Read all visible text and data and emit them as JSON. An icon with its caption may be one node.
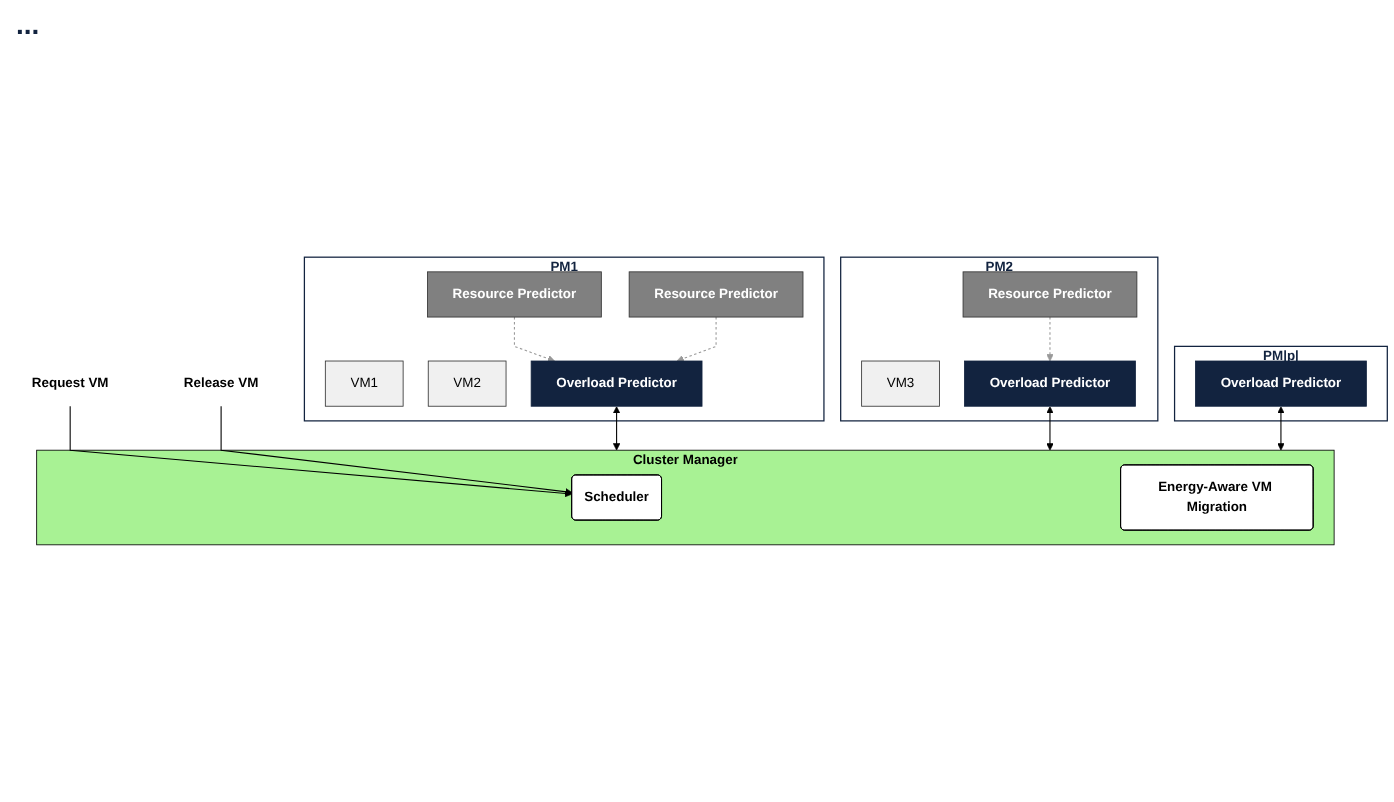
{
  "diagram": {
    "nodes": [
      {
        "text": [
          "PM1"
        ]
      },
      {
        "text": [
          "VM1"
        ],
        "in": 0
      },
      {
        "text": [
          "Resource Predictor"
        ],
        "in": 0
      },
      {
        "text": [
          "VM2"
        ],
        "in": 0
      },
      {
        "text": [
          "Resource Predictor"
        ],
        "in": 0
      },
      {
        "text": [
          "Overload Predictor"
        ],
        "in": 0
      },
      {
        "text": [
          "PM2"
        ]
      },
      {
        "text": [
          "VM3"
        ],
        "in": 6
      },
      {
        "text": [
          "Resource Predictor"
        ],
        "in": 6
      },
      {
        "text": [
          "Overload Predictor"
        ],
        "in": 6
      },
      {
        "text": [
          "PM|p|"
        ]
      },
      {
        "text": [
          "Overload Predictor"
        ],
        "in": 10
      },
      {
        "text": [
          "Cluster Manager"
        ]
      },
      {
        "text": [
          "Scheduler"
        ],
        "in": 12
      },
      {
        "text": [
          "Energy-Aware VM Migration"
        ],
        "in": 12
      },
      {
        "text": [
          "Request VM"
        ]
      },
      {
        "text": [
          "Release VM"
        ]
      }
    ],
    "edges": [
      {
        "from": 2,
        "to": 5,
        "arrow": "to",
        "style": "dashed",
        "color": "#999999"
      },
      {
        "from": 4,
        "to": 5,
        "arrow": "to",
        "style": "dashed",
        "color": "#999999"
      },
      {
        "from": 8,
        "to": 9,
        "arrow": "to",
        "style": "dashed",
        "color": "#999999"
      },
      {
        "from": 5,
        "to": 12,
        "arrow": "both"
      },
      {
        "from": 9,
        "to": 12,
        "arrow": "both"
      },
      {
        "from": 11,
        "to": 12,
        "arrow": "both"
      },
      {
        "from": 15,
        "to": 13,
        "arrow": "to"
      },
      {
        "from": 16,
        "to": 13,
        "arrow": "to"
      }
    ],
    "labels": [
      "..."
    ]
  }
}
